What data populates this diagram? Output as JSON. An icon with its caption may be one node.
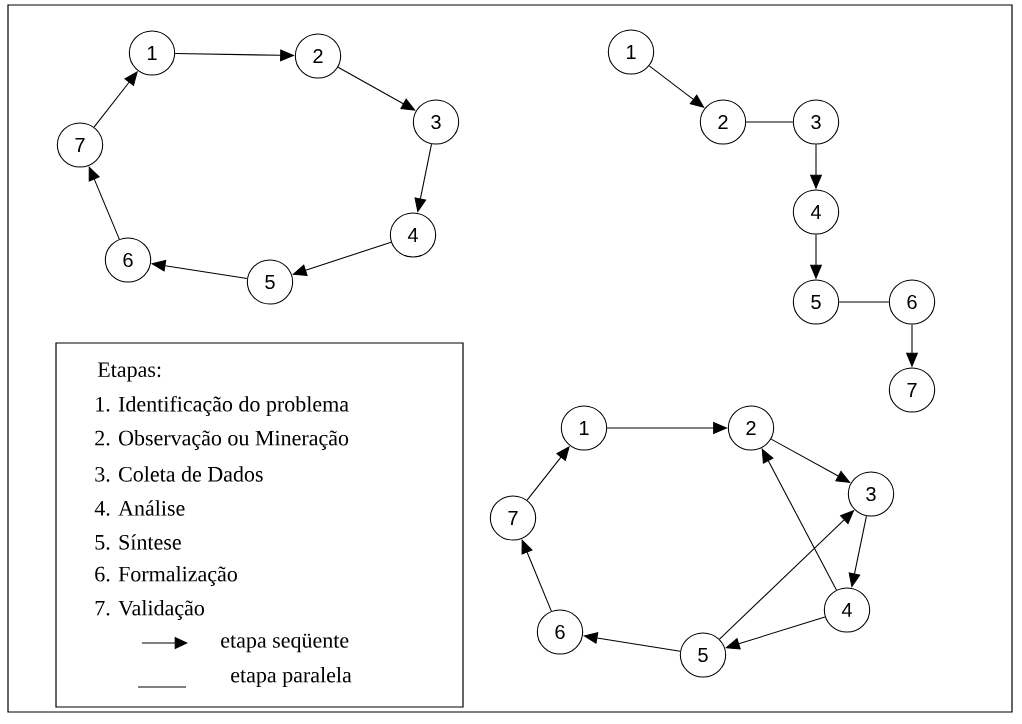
{
  "diagram": {
    "nodes": [
      {
        "text": [
          "1"
        ]
      },
      {
        "text": [
          "2"
        ]
      },
      {
        "text": [
          "3"
        ]
      },
      {
        "text": [
          "4"
        ]
      },
      {
        "text": [
          "5"
        ]
      },
      {
        "text": [
          "6"
        ]
      },
      {
        "text": [
          "7"
        ]
      },
      {
        "text": [
          "1"
        ]
      },
      {
        "text": [
          "2"
        ]
      },
      {
        "text": [
          "3"
        ]
      },
      {
        "text": [
          "4"
        ]
      },
      {
        "text": [
          "5"
        ]
      },
      {
        "text": [
          "6"
        ]
      },
      {
        "text": [
          "7"
        ]
      },
      {
        "text": [
          "1"
        ]
      },
      {
        "text": [
          "2"
        ]
      },
      {
        "text": [
          "3"
        ]
      },
      {
        "text": [
          "4"
        ]
      },
      {
        "text": [
          "5"
        ]
      },
      {
        "text": [
          "6"
        ]
      },
      {
        "text": [
          "7"
        ]
      }
    ],
    "edges": [
      {
        "from": 0,
        "to": 1,
        "arrow": "to"
      },
      {
        "from": 1,
        "to": 2,
        "arrow": "to"
      },
      {
        "from": 2,
        "to": 3,
        "arrow": "to"
      },
      {
        "from": 3,
        "to": 4,
        "arrow": "to"
      },
      {
        "from": 4,
        "to": 5,
        "arrow": "to"
      },
      {
        "from": 5,
        "to": 6,
        "arrow": "to"
      },
      {
        "from": 6,
        "to": 0,
        "arrow": "to"
      },
      {
        "from": 7,
        "to": 8,
        "arrow": "to"
      },
      {
        "from": 8,
        "to": 9,
        "arrow": "none"
      },
      {
        "from": 9,
        "to": 10,
        "arrow": "to"
      },
      {
        "from": 10,
        "to": 11,
        "arrow": "to"
      },
      {
        "from": 11,
        "to": 12,
        "arrow": "none"
      },
      {
        "from": 12,
        "to": 13,
        "arrow": "to"
      },
      {
        "from": 14,
        "to": 15,
        "arrow": "to"
      },
      {
        "from": 15,
        "to": 16,
        "arrow": "to"
      },
      {
        "from": 16,
        "to": 17,
        "arrow": "to"
      },
      {
        "from": 17,
        "to": 18,
        "arrow": "to"
      },
      {
        "from": 18,
        "to": 19,
        "arrow": "to"
      },
      {
        "from": 19,
        "to": 20,
        "arrow": "to"
      },
      {
        "from": 20,
        "to": 14,
        "arrow": "to"
      },
      {
        "from": 17,
        "to": 15,
        "arrow": "to"
      },
      {
        "from": 18,
        "to": 16,
        "arrow": "to"
      }
    ],
    "labels": [
      "Etapas:",
      "1. Identificação do problema",
      "2. Observação ou Mineração",
      "3. Coleta de Dados",
      "4. Análise",
      "5. Síntese",
      "6. Formalização",
      "7. Validação"
    ],
    "legend": [
      {
        "text": "etapa seqüente"
      },
      {
        "text": "etapa paralela"
      }
    ]
  }
}
